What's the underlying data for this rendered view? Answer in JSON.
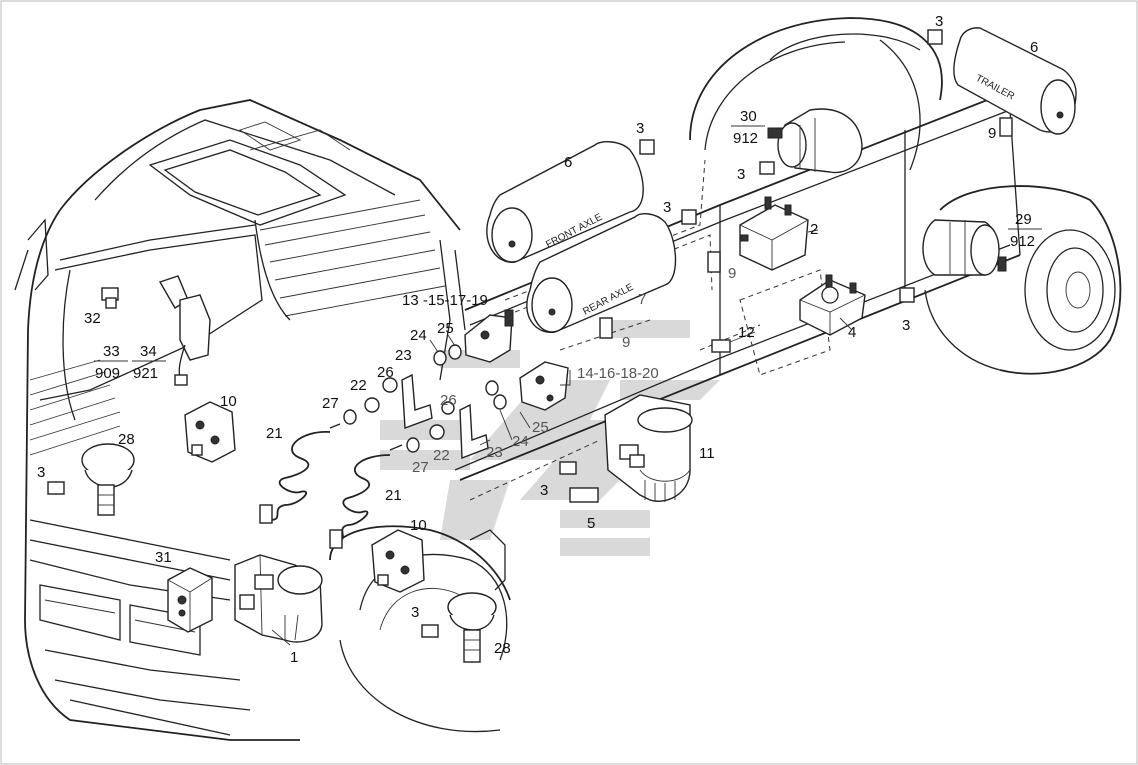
{
  "tank_labels": {
    "front": "FRONT AXLE",
    "rear": "REAR AXLE",
    "trailer": "TRAILER"
  },
  "callouts": {
    "c1": "1",
    "c2": "2",
    "c3": "3",
    "c4": "4",
    "c5": "5",
    "c6": "6",
    "c7": "7",
    "c9": "9",
    "c10": "10",
    "c11": "11",
    "c12": "12",
    "c13": "13 -15-17-19",
    "c14": "14-16-18-20",
    "c21": "21",
    "c22": "22",
    "c23": "23",
    "c24": "24",
    "c25": "25",
    "c26": "26",
    "c27": "27",
    "c28": "28",
    "c29_top": "29",
    "c29_bot": "912",
    "c30_top": "30",
    "c30_bot": "912",
    "c31": "31",
    "c32": "32",
    "c33_top": "33",
    "c33_bot": "909",
    "c34_top": "34",
    "c34_bot": "921"
  },
  "colors": {
    "ink": "#222222",
    "watermark": "#d9d9d9",
    "background": "#ffffff"
  }
}
